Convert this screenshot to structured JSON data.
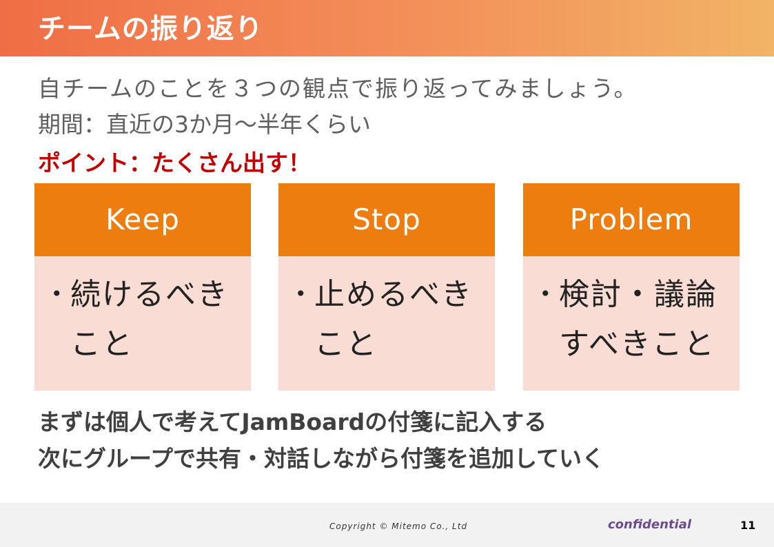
{
  "header": {
    "title": "チームの振り返り"
  },
  "intro": {
    "line1": "自チームのことを３つの観点で振り返ってみましょう。",
    "line2": "期間：直近の3か月～半年くらい",
    "point": "ポイント：たくさん出す！"
  },
  "cards": [
    {
      "title": "Keep",
      "bullet": "•",
      "text": "続けるべきこと"
    },
    {
      "title": "Stop",
      "bullet": "•",
      "text": "止めるべきこと"
    },
    {
      "title": "Problem",
      "bullet": "•",
      "text": "検討・議論すべきこと"
    }
  ],
  "instructions": {
    "line1": "まずは個人で考えてJamBoardの付箋に記入する",
    "line2": "次にグループで共有・対話しながら付箋を追加していく"
  },
  "footer": {
    "copyright": "Copyright © Mitemo Co., Ltd",
    "confidential": "confidential",
    "page_number": "11"
  },
  "colors": {
    "header_gradient_start": "#f06e45",
    "header_gradient_end": "#f2b466",
    "card_header": "#ed7d0f",
    "card_body": "#f9dcd3",
    "point_text": "#c00000",
    "confidential_text": "#6a4b8f"
  }
}
